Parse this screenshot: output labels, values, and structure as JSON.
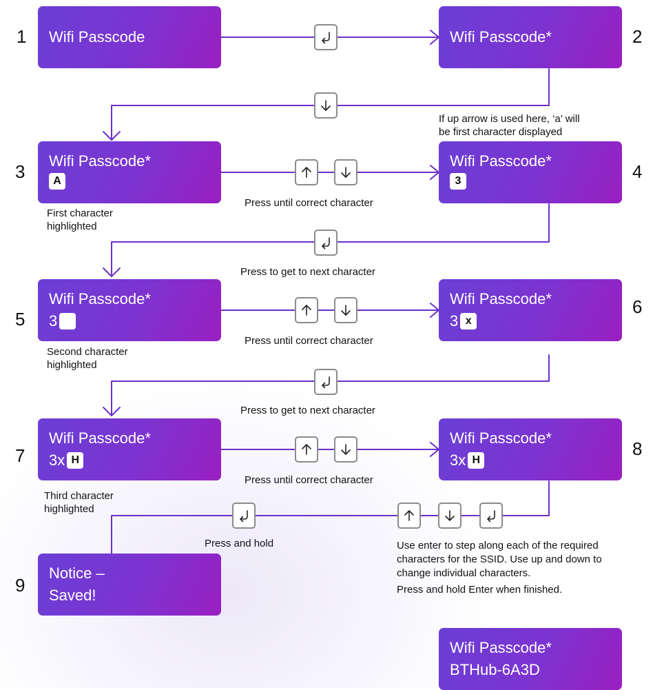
{
  "steps": [
    {
      "number": "1",
      "line1": "Wifi Passcode",
      "line2_prefix": "",
      "cursor": ""
    },
    {
      "number": "2",
      "line1": "Wifi Passcode*",
      "line2_prefix": "",
      "cursor": ""
    },
    {
      "number": "3",
      "line1": "Wifi Passcode*",
      "line2_prefix": "",
      "cursor": "A"
    },
    {
      "number": "4",
      "line1": "Wifi Passcode*",
      "line2_prefix": "",
      "cursor": "3"
    },
    {
      "number": "5",
      "line1": "Wifi Passcode*",
      "line2_prefix": "3",
      "cursor": ""
    },
    {
      "number": "6",
      "line1": "Wifi Passcode*",
      "line2_prefix": "3",
      "cursor": "x"
    },
    {
      "number": "7",
      "line1": "Wifi Passcode*",
      "line2_prefix": "3x",
      "cursor": "H"
    },
    {
      "number": "8",
      "line1": "Wifi Passcode*",
      "line2_prefix": "3x",
      "cursor": "H"
    },
    {
      "number": "9",
      "line1": "Notice –",
      "line2": "Saved!"
    }
  ],
  "final_screen": {
    "line1": "Wifi Passcode*",
    "line2": "BTHub-6A3D"
  },
  "labels": {
    "up_arrow_note_1": "If up arrow is used here, ‘a’ will",
    "up_arrow_note_2": "be first character displayed",
    "press_until_3_4": "Press until correct character",
    "press_until_5_6": "Press until correct character",
    "press_until_7_8": "Press until correct character",
    "next_char_4_5": "Press to get to next character",
    "next_char_6_7": "Press to get to next character",
    "first_char_1": "First character",
    "first_char_2": "highlighted",
    "second_char_1": "Second character",
    "second_char_2": "highlighted",
    "third_char_1": "Third character",
    "third_char_2": "highlighted",
    "press_and_hold": "Press and hold",
    "instructions_1": "Use enter to step along each of the required",
    "instructions_2": "characters for the SSID. Use up and down to",
    "instructions_3": "change individual characters.",
    "instructions_4": "Press and hold Enter when finished."
  },
  "keys": {
    "enter": "enter-icon",
    "up": "up-arrow-icon",
    "down": "down-arrow-icon"
  },
  "colors": {
    "connector": "#6b2fc9",
    "screen_start": "#6a3fd6",
    "screen_end": "#9a1fc2",
    "key_border": "#8a8a8a"
  }
}
